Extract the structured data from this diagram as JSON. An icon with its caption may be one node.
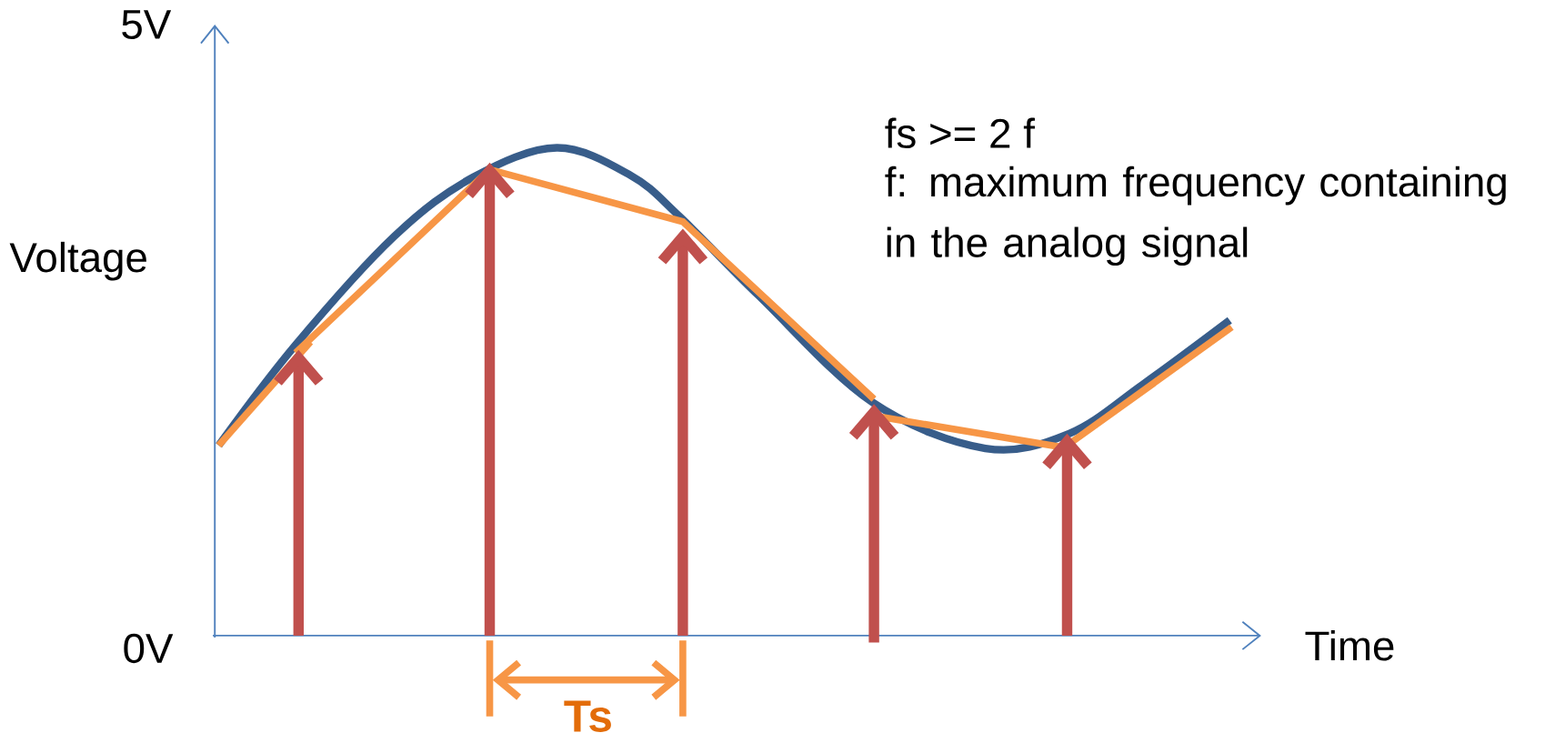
{
  "diagram": {
    "labels": [
      "5V",
      "Voltage",
      "0V",
      "Time",
      "fs >= 2 f",
      "f: maximum frequency containing in the analog signal",
      "Ts"
    ]
  }
}
